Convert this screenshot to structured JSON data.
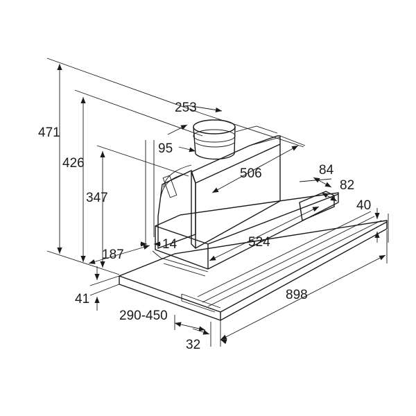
{
  "drawing": {
    "type": "dimension-drawing",
    "subject": "telescopic cooker hood",
    "units": "mm"
  },
  "dimensions": {
    "height_total": "471",
    "height_chimney": "426",
    "height_body": "347",
    "duct_diameter": "253",
    "duct_offset": "95",
    "body_depth": "506",
    "inner_width": "524",
    "side_84": "84",
    "side_82": "82",
    "front_height": "40",
    "wall_offset": "187",
    "filter_gap": "14",
    "bottom_height": "41",
    "depth_range": "290-450",
    "front_strip": "32",
    "width_total": "898"
  }
}
